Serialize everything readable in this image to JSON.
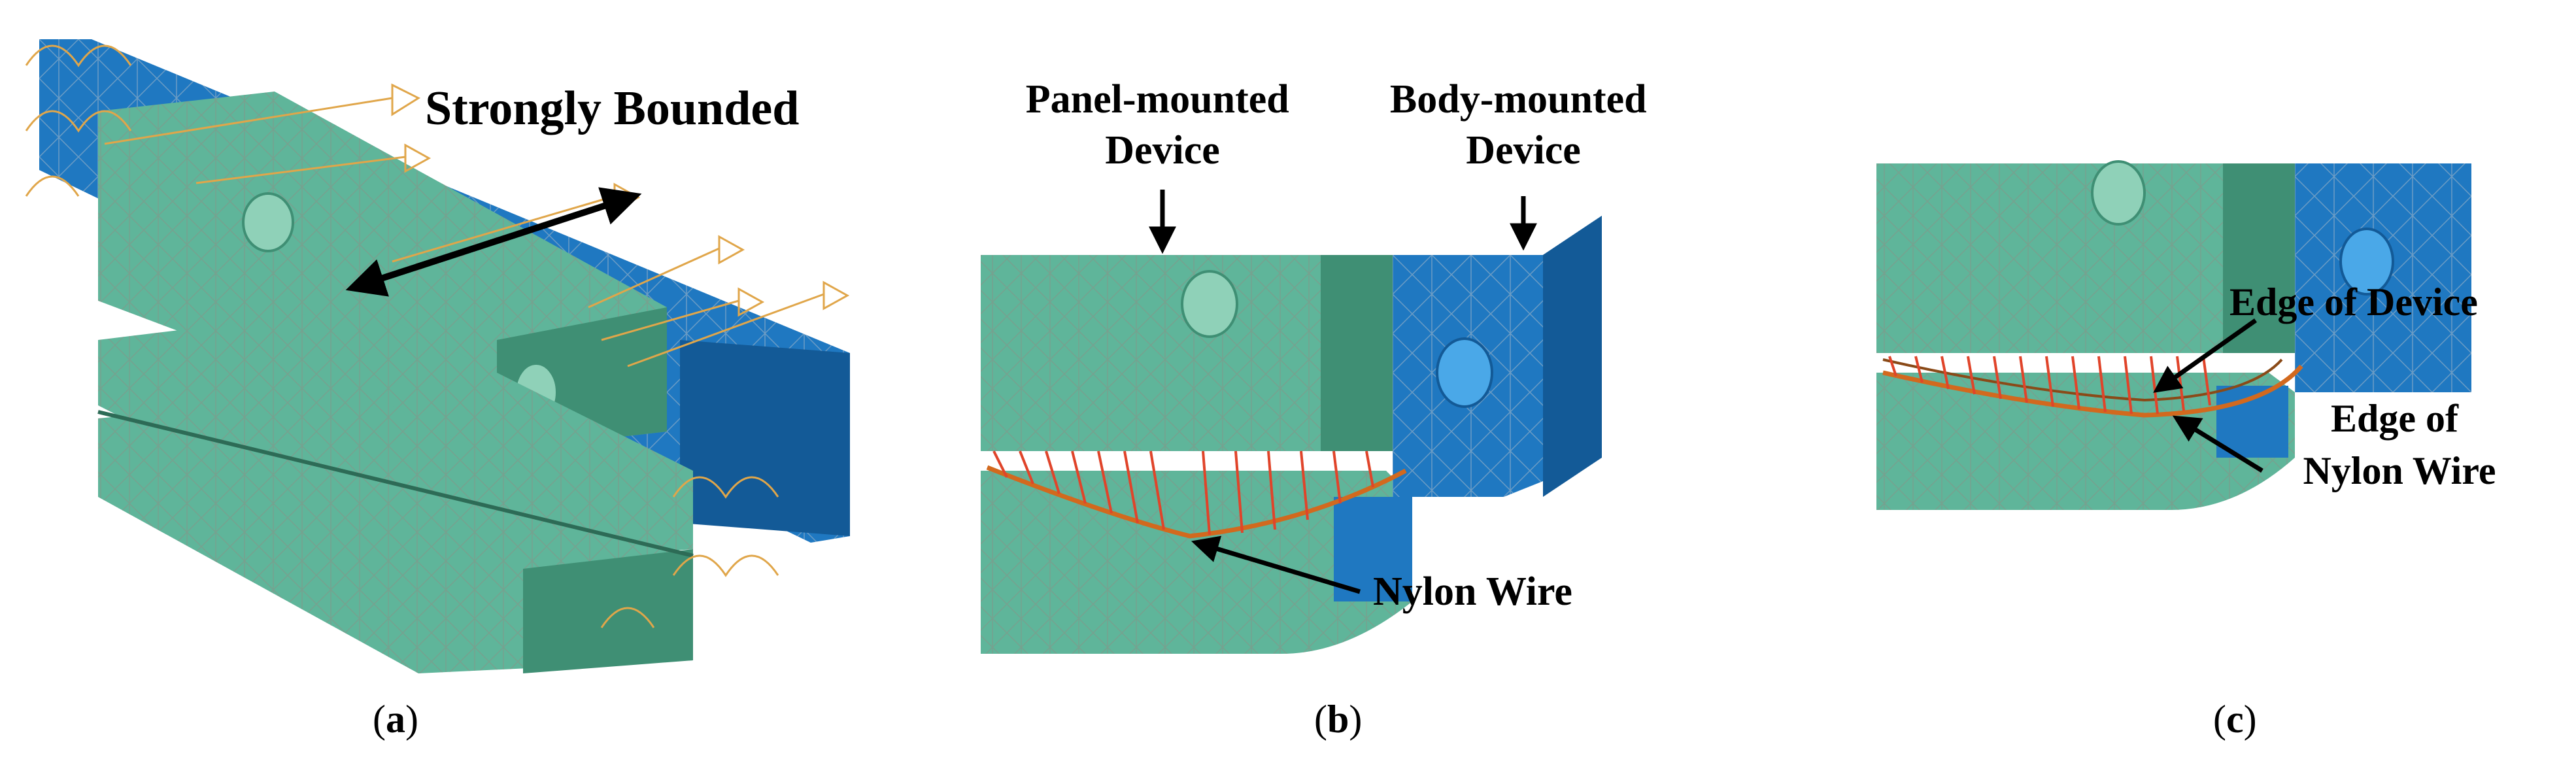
{
  "figure": {
    "panel_a": {
      "label_strongly_bounded": "Strongly Bounded",
      "caption_open": "(",
      "caption_letter": "a",
      "caption_close": ")"
    },
    "panel_b": {
      "label_panel_mounted_line1": "Panel-mounted",
      "label_panel_mounted_line2": "Device",
      "label_body_mounted_line1": "Body-mounted",
      "label_body_mounted_line2": "Device",
      "label_nylon_wire": "Nylon Wire",
      "caption_open": "(",
      "caption_letter": "b",
      "caption_close": ")"
    },
    "panel_c": {
      "label_edge_of_device": "Edge of Device",
      "label_edge_of_nylon_line1": "Edge of",
      "label_edge_of_nylon_line2": "Nylon Wire",
      "caption_open": "(",
      "caption_letter": "c",
      "caption_close": ")"
    }
  },
  "colors": {
    "green_body": "#5fb59a",
    "green_dark": "#3f8f74",
    "blue_body": "#1f78c1",
    "blue_dark": "#135a97",
    "mesh": "#8a8f86",
    "constraint": "#e0a64a",
    "wire": "#d2691e",
    "hatch": "#e0442a",
    "arrow": "#000000"
  }
}
